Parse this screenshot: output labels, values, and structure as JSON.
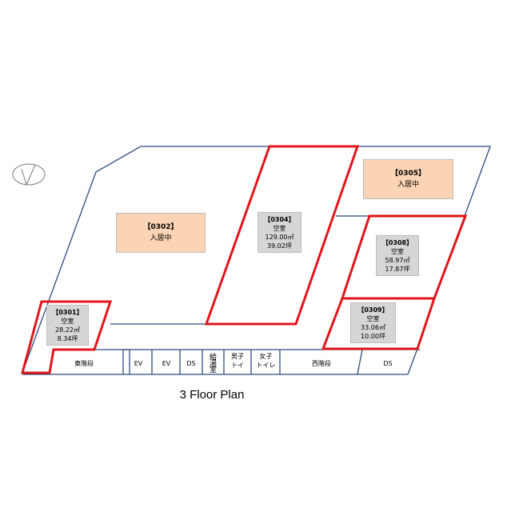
{
  "caption": "3  Floor Plan",
  "compass": {
    "icon": "north-arrow-icon"
  },
  "colors": {
    "wall": "#2e4a7d",
    "highlight": "#e0161c",
    "occupied": "#fad4b4",
    "vacant": "#d6d6d6"
  },
  "units": [
    {
      "id": "0301",
      "code": "【0301】",
      "status": "空室",
      "area_m2": "28.22㎡",
      "area_tsubo": "8.34坪"
    },
    {
      "id": "0302",
      "code": "【0302】",
      "status": "入居中"
    },
    {
      "id": "0304",
      "code": "【0304】",
      "status": "空室",
      "area_m2": "129.00㎡",
      "area_tsubo": "39.02坪"
    },
    {
      "id": "0305",
      "code": "【0305】",
      "status": "入居中"
    },
    {
      "id": "0308",
      "code": "【0308】",
      "status": "空室",
      "area_m2": "58.97㎡",
      "area_tsubo": "17.87坪"
    },
    {
      "id": "0309",
      "code": "【0309】",
      "status": "空室",
      "area_m2": "33.06㎡",
      "area_tsubo": "10.00坪"
    }
  ],
  "core": {
    "east_stairs": "東階段",
    "ev1": "EV",
    "ev2": "EV",
    "ds1": "DS",
    "kyuto": "給湯室",
    "mens_1": "男子",
    "mens_2": "トイ",
    "womens_1": "女子",
    "womens_2": "トイレ",
    "west_stairs": "西階段",
    "ds2": "DS"
  }
}
